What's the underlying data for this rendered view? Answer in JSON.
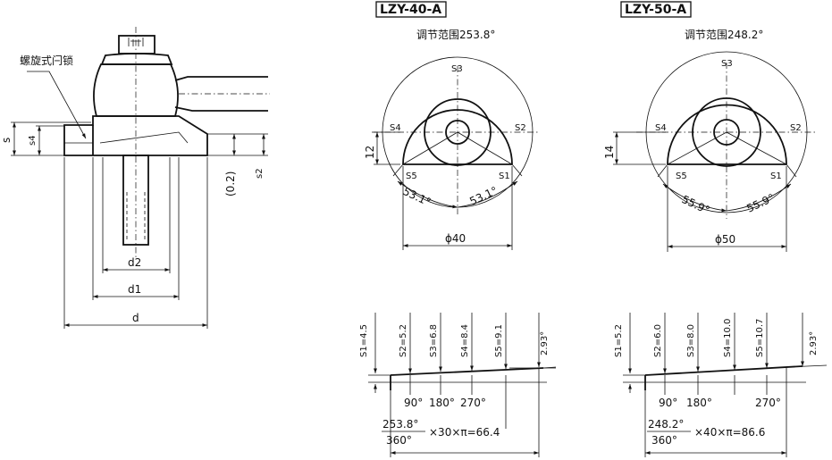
{
  "side_view": {
    "latch_label": "螺旋式闩锁",
    "dims": {
      "s": "s",
      "s4": "s4",
      "d": "d",
      "d1": "d1",
      "d2": "d2",
      "gap": "(0.2)",
      "s2": "s2"
    }
  },
  "models": [
    {
      "name": "LZY-40-A",
      "range": "调节范围253.8°",
      "points": {
        "s1": "S1",
        "s2": "S2",
        "s3": "S3",
        "s4": "S4",
        "s5": "S5"
      },
      "height": "12",
      "angle_left": "53.1°",
      "angle_right": "53.1°",
      "dia": "ϕ40",
      "ramp": {
        "s1": "S1=4.5",
        "s2": "S2=5.2",
        "s3": "S3=6.8",
        "s4": "S4=8.4",
        "s5": "S5=9.1",
        "slope": "2.93°",
        "deg90": "90°",
        "deg180": "180°",
        "deg270": "270°"
      },
      "formula": {
        "num": "253.8°",
        "den": "360°",
        "rest": "×30×π=66.4"
      }
    },
    {
      "name": "LZY-50-A",
      "range": "调节范围248.2°",
      "points": {
        "s1": "S1",
        "s2": "S2",
        "s3": "S3",
        "s4": "S4",
        "s5": "S5"
      },
      "height": "14",
      "angle_left": "55.9°",
      "angle_right": "55.9°",
      "dia": "ϕ50",
      "ramp": {
        "s1": "S1=5.2",
        "s2": "S2=6.0",
        "s3": "S3=8.0",
        "s4": "S4=10.0",
        "s5": "S5=10.7",
        "slope": "2.93°",
        "deg90": "90°",
        "deg180": "180°",
        "deg270": "270°"
      },
      "formula": {
        "num": "248.2°",
        "den": "360°",
        "rest": "×40×π=86.6"
      }
    }
  ]
}
